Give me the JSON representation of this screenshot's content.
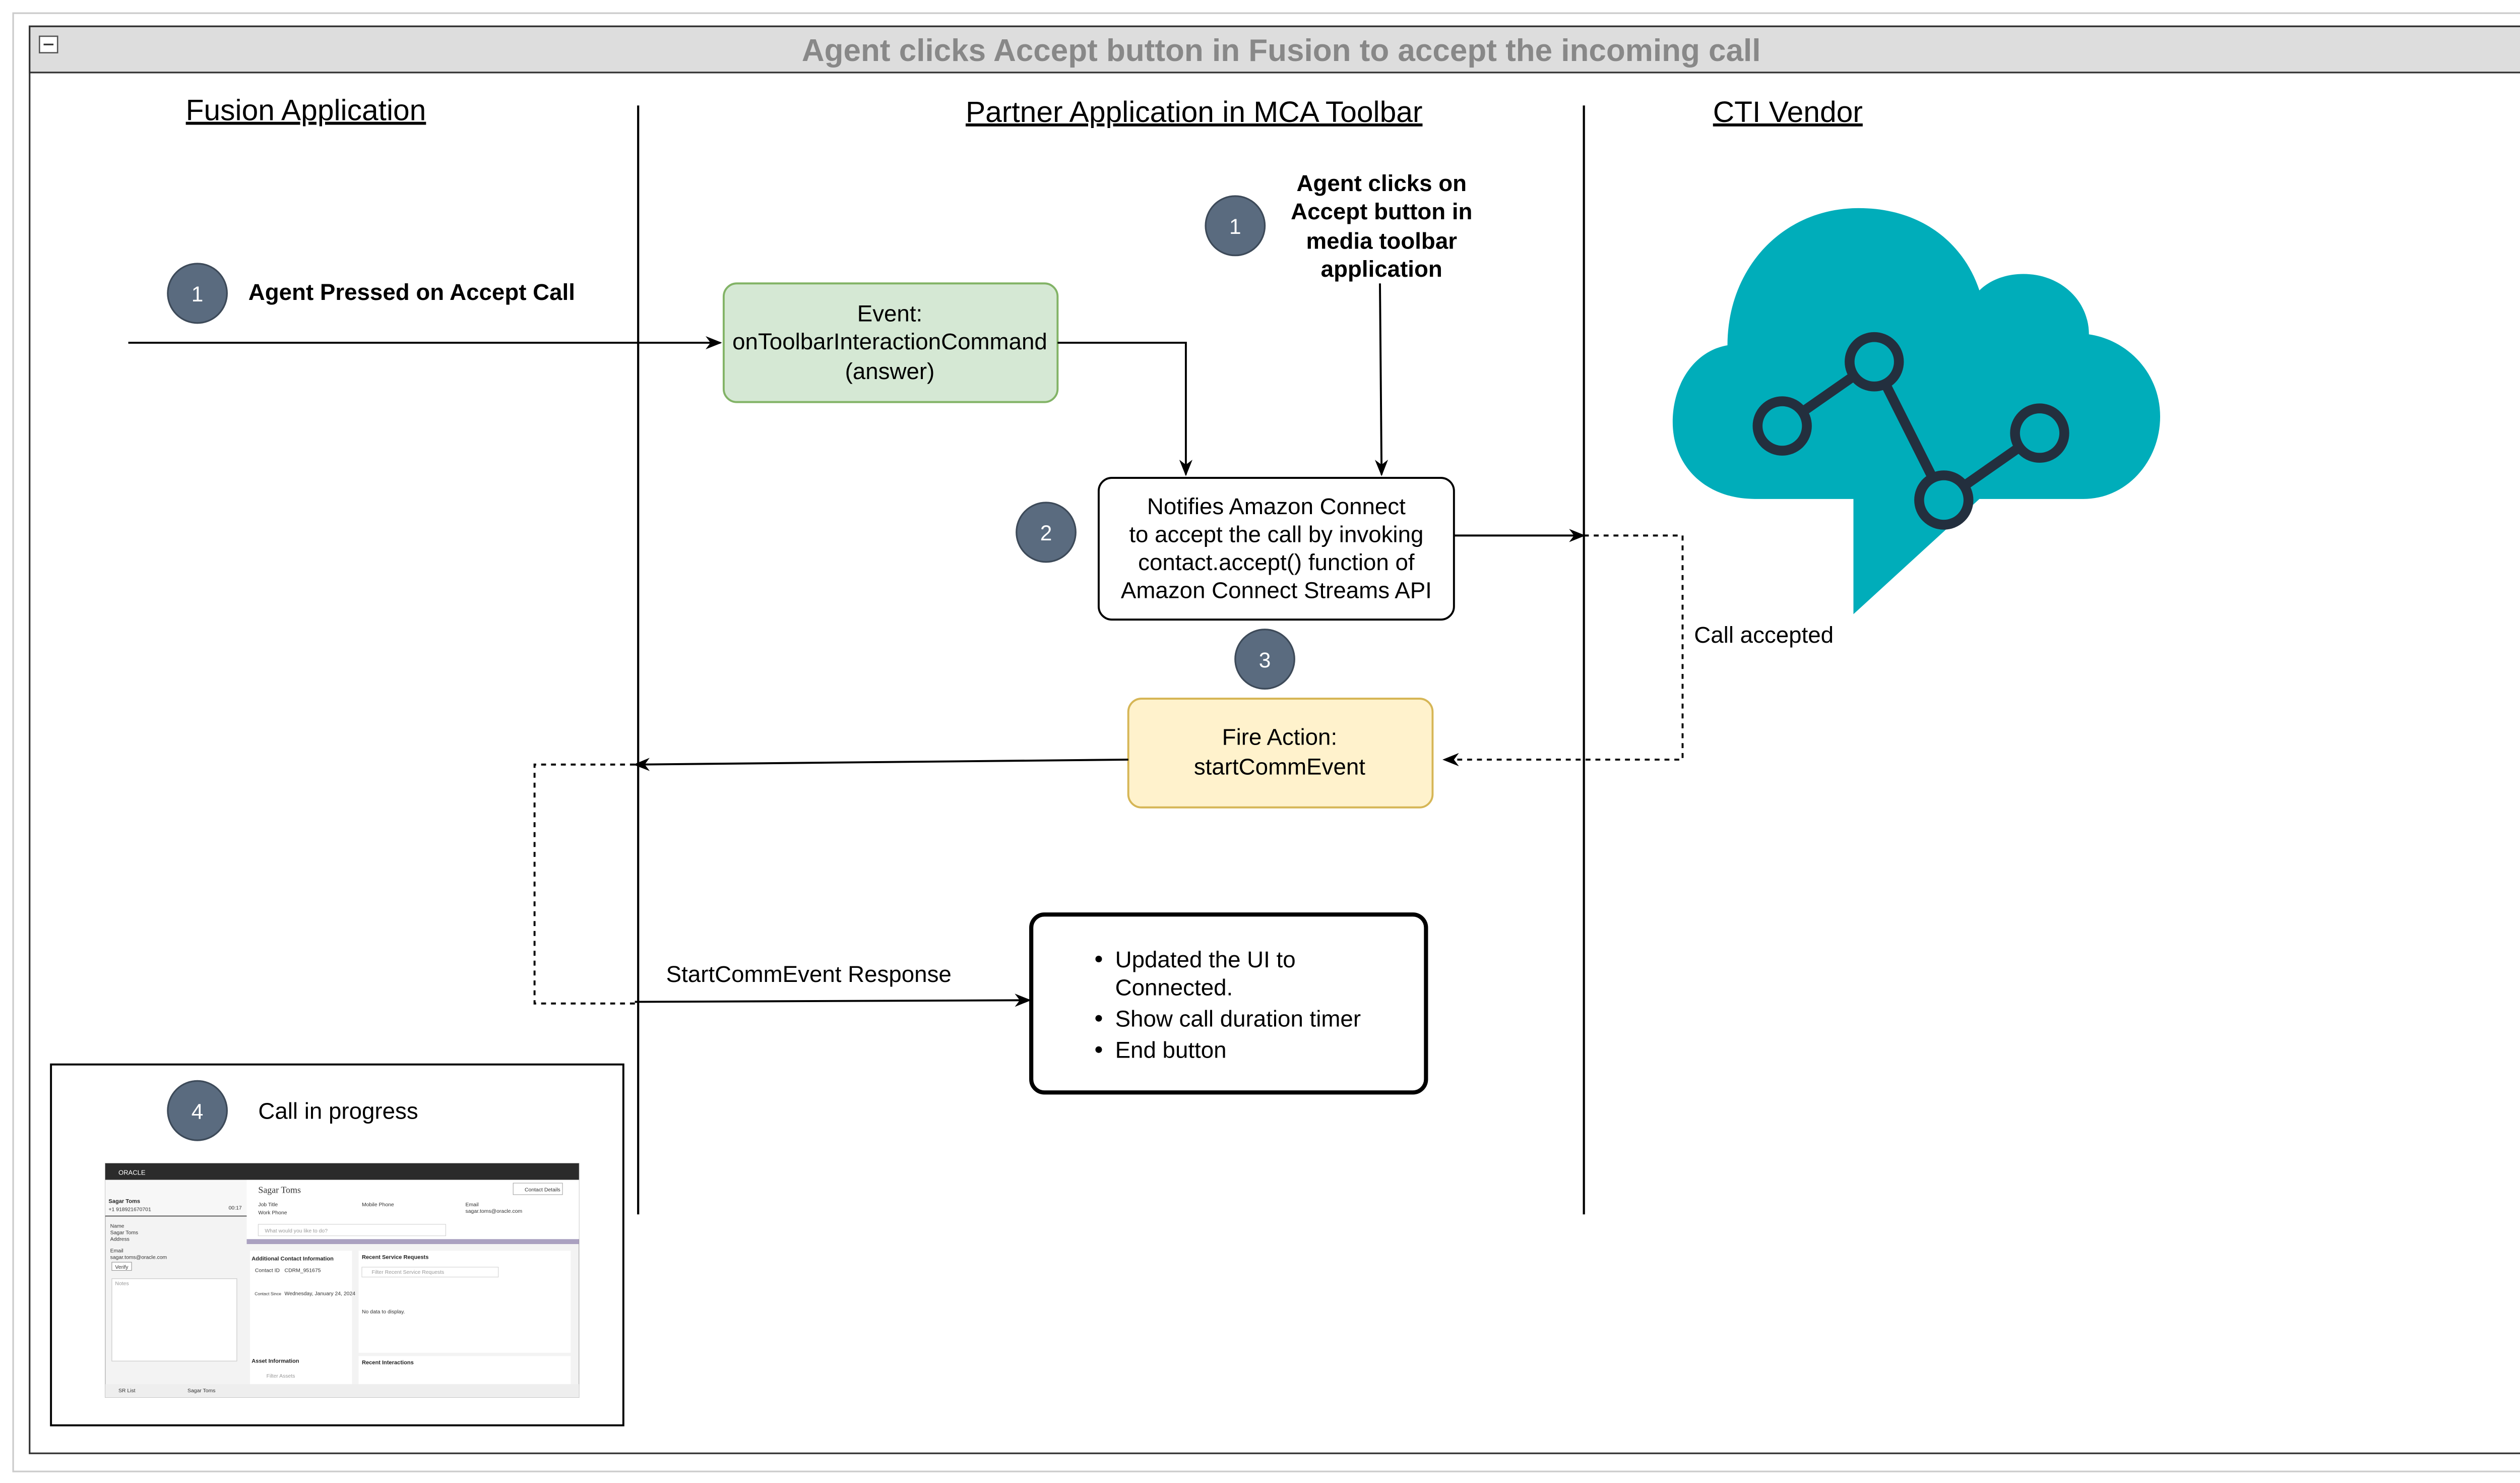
{
  "title": "Agent clicks Accept button in Fusion to accept the incoming call",
  "lanes": {
    "fusion": "Fusion Application",
    "partner": "Partner Application in MCA Toolbar",
    "cti": "CTI Vendor"
  },
  "steps": {
    "s1_fusion": {
      "number": "1",
      "label": "Agent Pressed on Accept Call"
    },
    "s1_toolbar": {
      "number": "1",
      "lines": [
        "Agent clicks on",
        "Accept button in",
        "media toolbar",
        "application"
      ]
    },
    "s2": {
      "number": "2"
    },
    "s3": {
      "number": "3"
    },
    "s4": {
      "number": "4",
      "label": "Call in progress"
    }
  },
  "boxes": {
    "event": [
      "Event:",
      "onToolbarInteractionCommand",
      "(answer)"
    ],
    "notify": [
      "Notifies Amazon Connect",
      "to accept the call by invoking",
      "contact.accept() function of",
      "Amazon Connect Streams API"
    ],
    "fire": [
      "Fire Action:",
      "startCommEvent"
    ],
    "result": [
      "Updated the UI to",
      "Connected.",
      "Show call duration timer",
      "End button"
    ]
  },
  "edge_labels": {
    "call_accepted": "Call accepted",
    "response": "StartCommEvent Response"
  },
  "thumbnail": {
    "brand": "ORACLE",
    "contact_name": "Sagar Toms",
    "phone": "+1 918921670701",
    "timer": "00:17",
    "name_label": "Name",
    "address_label": "Address",
    "email_label": "Email",
    "email": "sagar.toms@oracle.com",
    "verify": "Verify",
    "notes": "Notes",
    "contact_details": "Contact Details",
    "job_title": "Job Title",
    "work_phone": "Work Phone",
    "mobile_phone": "Mobile Phone",
    "search_placeholder": "What would you like to do?",
    "additional_info": "Additional Contact Information",
    "contact_id_label": "Contact ID",
    "contact_id": "CDRM_951675",
    "contact_since_label": "Contact Since",
    "contact_since": "Wednesday, January 24, 2024",
    "recent_sr": "Recent Service Requests",
    "filter_sr": "Filter Recent Service Requests",
    "no_data": "No data to display.",
    "asset_info": "Asset Information",
    "filter_assets": "Filter Assets",
    "recent_interactions": "Recent Interactions",
    "tab_sr_list": "SR List",
    "tab_contact": "Sagar Toms"
  },
  "colors": {
    "step_circle": "#5a6b7f",
    "event_fill": "#d5e8d4",
    "event_stroke": "#82b366",
    "fire_fill": "#fff2cc",
    "fire_stroke": "#d6b656",
    "cloud": "#00adba",
    "title_bar": "#dddddd"
  }
}
